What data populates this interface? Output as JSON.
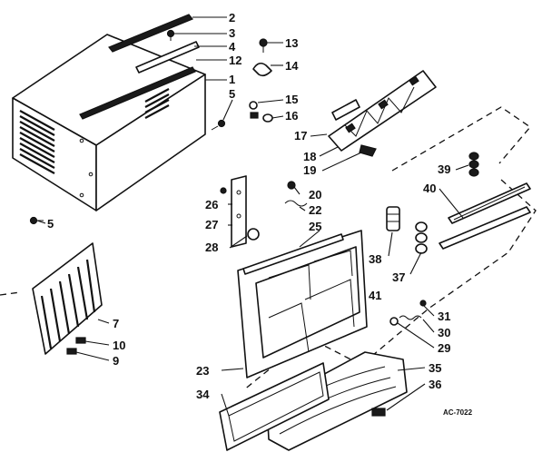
{
  "diagram_code": "AC-7022",
  "callouts": {
    "c2": "2",
    "c3": "3",
    "c4": "4",
    "c12": "12",
    "c1": "1",
    "c5a": "5",
    "c5b": "5",
    "c13": "13",
    "c14": "14",
    "c15": "15",
    "c16": "16",
    "c17": "17",
    "c18": "18",
    "c19": "19",
    "c39": "39",
    "c40": "40",
    "c26": "26",
    "c27": "27",
    "c28": "28",
    "c20": "20",
    "c22": "22",
    "c25": "25",
    "c38": "38",
    "c37": "37",
    "c41": "41",
    "c7": "7",
    "c10": "10",
    "c9": "9",
    "c31": "31",
    "c30": "30",
    "c29": "29",
    "c23": "23",
    "c35": "35",
    "c36": "36",
    "c34": "34"
  }
}
